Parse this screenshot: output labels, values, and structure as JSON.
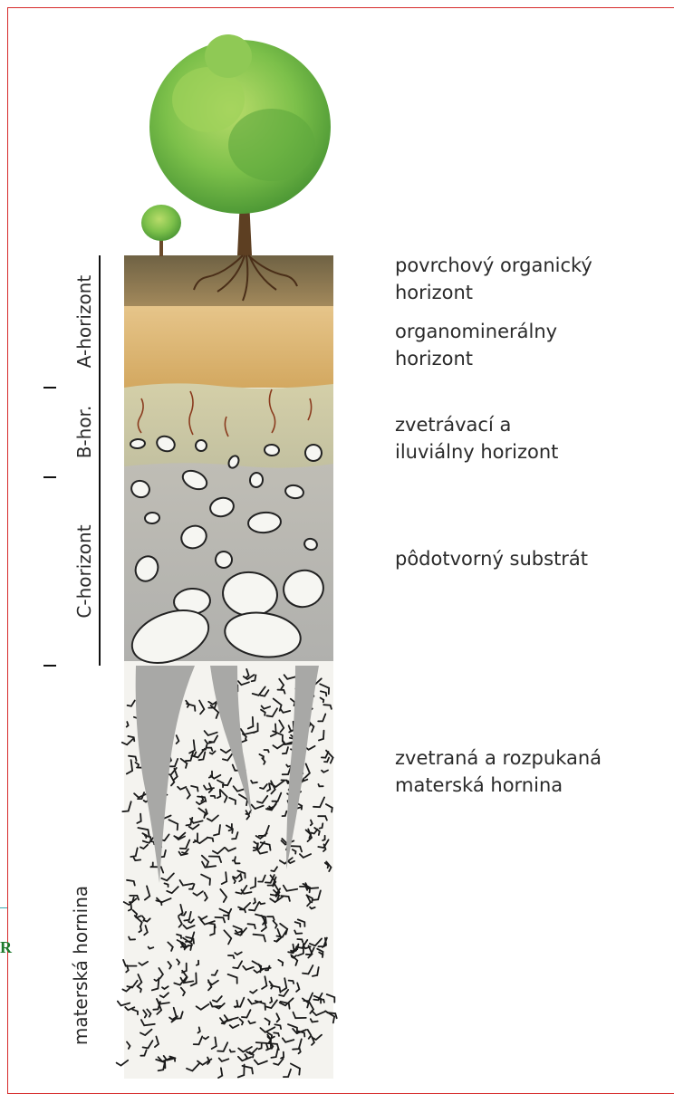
{
  "horizons": {
    "a": "A-horizont",
    "b": "B-hor.",
    "c": "C-horizont",
    "bedrock": "materská hornina"
  },
  "layers": {
    "organic": [
      "povrchový organický",
      "horizont"
    ],
    "organomineral": [
      "organominerálny",
      "horizont"
    ],
    "weathering": [
      "zvetrávací a",
      "iluviálny horizont"
    ],
    "substrate": [
      "pôdotvorný substrát"
    ],
    "weathered_bedrock": [
      "zvetraná a rozpukaná",
      "materská hornina"
    ]
  },
  "edge_letter": "R",
  "colors": {
    "organic": "#7a6a45",
    "organomineral": "#d9b170",
    "weathering": "#cfc7a0",
    "substrate": "#b9b8b3",
    "bedrock": "#f4f3ef",
    "frame": "#d62a2a"
  }
}
